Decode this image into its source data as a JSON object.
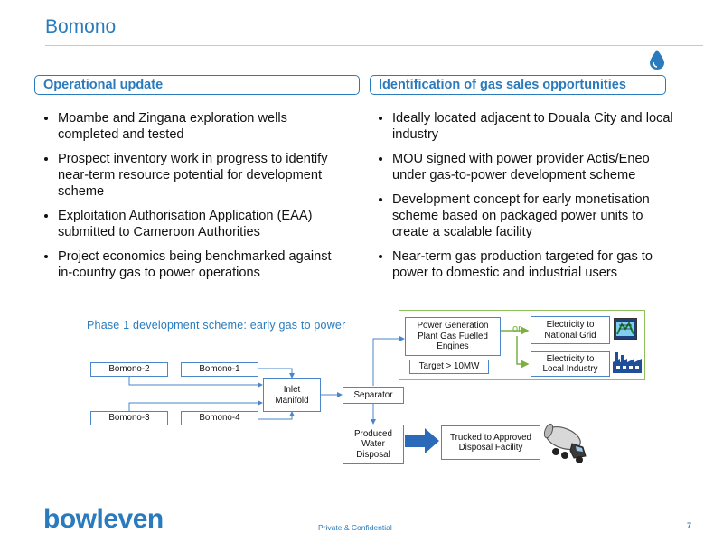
{
  "page": {
    "title": "Bomono",
    "page_number": "7"
  },
  "left_section": {
    "header": "Operational update",
    "bullets": [
      "Moambe and Zingana exploration wells completed and tested",
      "Prospect inventory work in progress to identify near-term resource potential for development scheme",
      "Exploitation Authorisation Application (EAA) submitted to Cameroon Authorities",
      "Project economics being benchmarked against in-country gas to power operations"
    ]
  },
  "right_section": {
    "header": "Identification of gas sales opportunities",
    "bullets": [
      "Ideally located adjacent to Douala City and local industry",
      "MOU signed with power provider Actis/Eneo under gas-to-power development scheme",
      "Development concept for early monetisation scheme based on packaged power units to create a scalable facility",
      "Near-term gas production targeted for gas to power to domestic and industrial users"
    ]
  },
  "diagram": {
    "title": "Phase 1 development scheme: early gas to power",
    "wells": [
      "Bomono-2",
      "Bomono-1",
      "Bomono-3",
      "Bomono-4"
    ],
    "inlet_manifold": "Inlet Manifold",
    "separator": "Separator",
    "power_plant": "Power Generation Plant Gas Fuelled Engines",
    "target": "Target > 10MW",
    "or_label": "or",
    "national_grid": "Electricity to National Grid",
    "local_industry": "Electricity to Local Industry",
    "produced_water": "Produced Water Disposal",
    "trucked": "Trucked to Approved Disposal Facility"
  },
  "footer": {
    "logo": "bowleven",
    "confidential": "Private & Confidential"
  },
  "colors": {
    "accent": "#2a7bbd",
    "green": "#7ab040",
    "box_border": "#4a86c8"
  },
  "icons": [
    "water-drop-icon",
    "power-grid-icon",
    "factory-icon",
    "tanker-truck-icon"
  ]
}
